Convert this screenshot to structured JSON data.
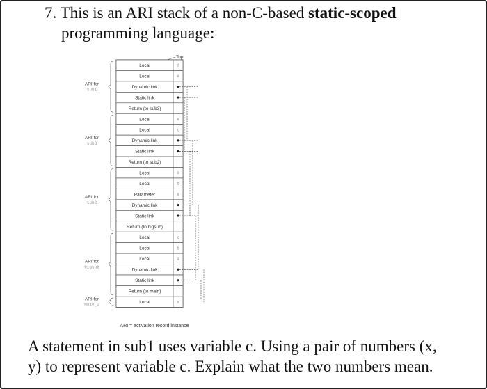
{
  "question": {
    "number": "7.",
    "line1_prefix": "This is an ARI stack of a non-C-based ",
    "line1_bold": "static-scoped",
    "line2": "programming language:"
  },
  "figure": {
    "top_label": "Top",
    "caption": "ARI = activation record instance",
    "ari_labels": [
      {
        "title": "ARI for",
        "sub": "sub1"
      },
      {
        "title": "ARI for",
        "sub": "sub3"
      },
      {
        "title": "ARI for",
        "sub": "sub2"
      },
      {
        "title": "ARI for",
        "sub": "bigsub"
      },
      {
        "title": "ARI for",
        "sub": "main_2"
      }
    ],
    "cells": [
      {
        "label": "Local",
        "var": "d"
      },
      {
        "label": "Local",
        "var": "e"
      },
      {
        "label": "Dynamic link",
        "var": ""
      },
      {
        "label": "Static link",
        "var": ""
      },
      {
        "label": "Return (to sub3)",
        "var": ""
      },
      {
        "label": "Local",
        "var": "e"
      },
      {
        "label": "Local",
        "var": "c"
      },
      {
        "label": "Dynamic link",
        "var": ""
      },
      {
        "label": "Static link",
        "var": ""
      },
      {
        "label": "Return (to sub2)",
        "var": ""
      },
      {
        "label": "Local",
        "var": "e"
      },
      {
        "label": "Local",
        "var": "b"
      },
      {
        "label": "Parameter",
        "var": "x"
      },
      {
        "label": "Dynamic link",
        "var": ""
      },
      {
        "label": "Static link",
        "var": ""
      },
      {
        "label": "Return (to bigsub)",
        "var": ""
      },
      {
        "label": "Local",
        "var": "c"
      },
      {
        "label": "Local",
        "var": "b"
      },
      {
        "label": "Local",
        "var": "a"
      },
      {
        "label": "Dynamic link",
        "var": ""
      },
      {
        "label": "Static link",
        "var": ""
      },
      {
        "label": "Return (to main)",
        "var": ""
      },
      {
        "label": "Local",
        "var": "x"
      }
    ]
  },
  "footer": {
    "line1": "A statement in sub1 uses variable c. Using a pair of numbers (x,",
    "line2": "y) to represent variable c. Explain what the two numbers mean."
  }
}
